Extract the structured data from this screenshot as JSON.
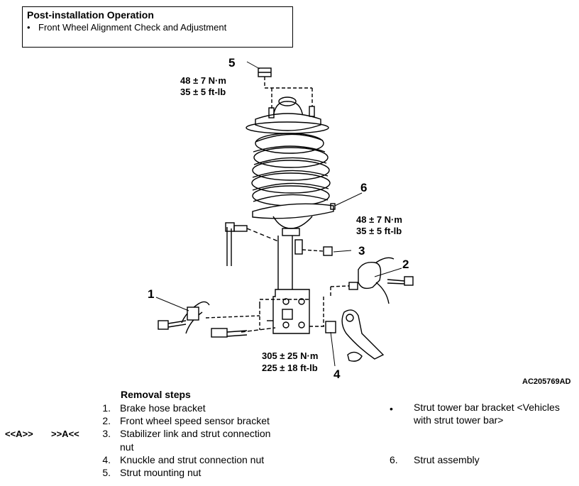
{
  "post_installation": {
    "title": "Post-installation Operation",
    "bullet": "•",
    "item": "Front Wheel Alignment Check and Adjustment"
  },
  "diagram": {
    "callouts": [
      "1",
      "2",
      "3",
      "4",
      "5",
      "6"
    ],
    "torque_5": [
      "48 ± 7 N·m",
      "35 ± 5 ft-lb"
    ],
    "torque_3": [
      "48 ± 7 N·m",
      "35 ± 5 ft-lb"
    ],
    "torque_4": [
      "305 ± 25 N·m",
      "225 ± 18 ft-lb"
    ],
    "figure_id": "AC205769AD"
  },
  "removal": {
    "title": "Removal steps",
    "tag_a": "<<A>>",
    "tag_b": ">>A<<",
    "steps": [
      {
        "num": "1.",
        "text": "Brake hose bracket"
      },
      {
        "num": "2.",
        "text": "Front wheel speed sensor bracket"
      },
      {
        "num": "3.",
        "text": "Stabilizer link and strut connection"
      },
      {
        "num": "",
        "text": "nut"
      },
      {
        "num": "4.",
        "text": "Knuckle and strut connection nut"
      },
      {
        "num": "5.",
        "text": "Strut mounting nut"
      }
    ],
    "right_bullet": "•",
    "right_item_line1": "Strut tower bar bracket <Vehicles",
    "right_item_line2": "with strut tower bar>",
    "right_step6_num": "6.",
    "right_step6_text": "Strut assembly"
  }
}
